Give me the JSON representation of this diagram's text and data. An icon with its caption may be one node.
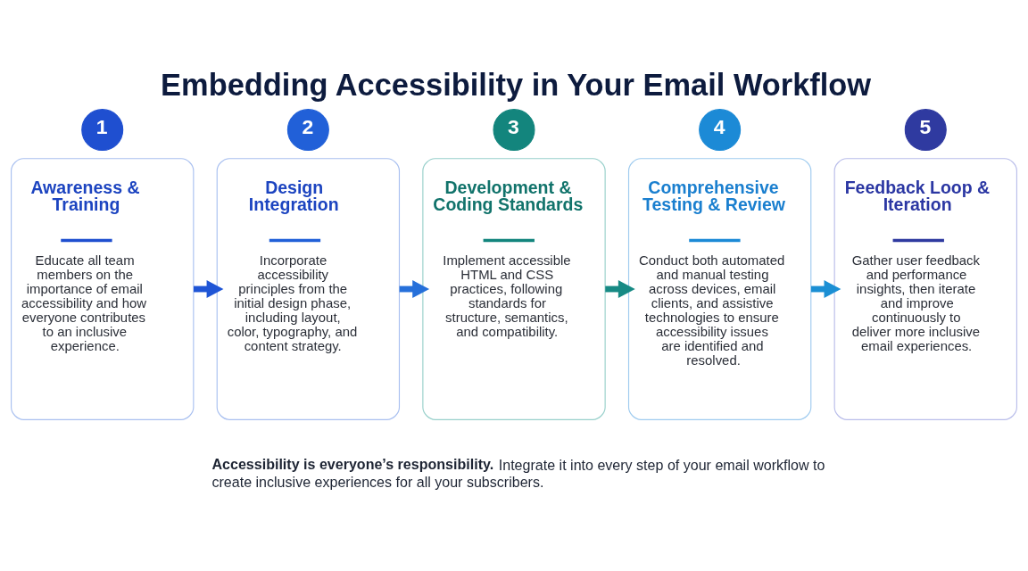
{
  "diagram": {
    "title": "Embedding Accessibility in Your Email Workflow",
    "nodes": [
      {
        "text": [
          "1"
        ]
      },
      {
        "text": [
          "Awareness & Training",
          "Educate all team members on the importance of email accessibility and how everyone contributes to an inclusive experience."
        ]
      },
      {
        "text": [
          "2"
        ]
      },
      {
        "text": [
          "Design Integration",
          "Incorporate accessibility principles from the initial design phase, including layout, color, typography, and content strategy."
        ]
      },
      {
        "text": [
          "3"
        ]
      },
      {
        "text": [
          "Development & Coding Standards",
          "Implement accessible HTML and CSS practices, following standards for structure, semantics, and compatibility."
        ]
      },
      {
        "text": [
          "4"
        ]
      },
      {
        "text": [
          "Comprehensive Testing & Review",
          "Conduct both automated and manual testing across devices, email clients, and assistive technologies to ensure accessibility issues are identified and resolved."
        ]
      },
      {
        "text": [
          "5"
        ]
      },
      {
        "text": [
          "Feedback Loop & Iteration",
          "Gather user feedback and performance insights, then iterate and improve continuously to deliver more inclusive email experiences."
        ]
      }
    ],
    "edges": [
      {
        "from": 1,
        "to": 3,
        "arrow": "to",
        "color": "#1f55d6"
      },
      {
        "from": 3,
        "to": 5,
        "arrow": "to",
        "color": "#2670da"
      },
      {
        "from": 5,
        "to": 7,
        "arrow": "to",
        "color": "#178a84"
      },
      {
        "from": 7,
        "to": 9,
        "arrow": "to",
        "color": "#1b8fd4"
      }
    ],
    "labels": [
      "**Accessibility is everyone’s responsibility.** Integrate it into every step of your email workflow to create inclusive experiences for all your subscribers."
    ]
  }
}
